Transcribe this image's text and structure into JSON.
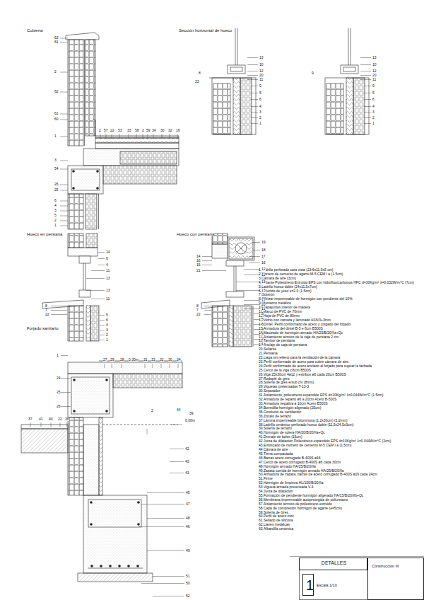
{
  "diagram": {
    "nodes": [
      {
        "text": [
          "DETALLES"
        ]
      },
      {
        "text": [
          "1"
        ]
      },
      {
        "text": [
          "Construcción III"
        ]
      }
    ],
    "labels": [
      "Cubierta",
      "Sección horizontal de hueco",
      "Hueco en persiana",
      "Hueco con persiana",
      "Forjado sanitario",
      "63",
      "61",
      "2",
      "62",
      "61",
      "60",
      "1",
      "3",
      "54",
      "26",
      "25",
      "6",
      "4",
      "3",
      "5",
      "2",
      "1",
      "2",
      "57",
      "22",
      "53",
      "33",
      "58",
      "2",
      "59",
      "34",
      "30",
      "32",
      "16",
      "13",
      "10",
      "12",
      "20",
      "11",
      "9",
      "5",
      "6",
      "4",
      "3",
      "2",
      "1",
      "8",
      "23",
      "9",
      "13",
      "10",
      "12",
      "20",
      "11",
      "9",
      "5",
      "6",
      "4",
      "3",
      "2",
      "1",
      "14",
      "6",
      "4",
      "11",
      "13",
      "8",
      "7",
      "22",
      "13",
      "11",
      "5",
      "6",
      "4",
      "3",
      "2",
      "1",
      "19",
      "18",
      "17",
      "16",
      "12",
      "11",
      "13",
      "14",
      "16",
      "15",
      "21",
      "13",
      "12",
      "20",
      "11",
      "9",
      "5",
      "6",
      "4",
      "3",
      "2",
      "1",
      "8",
      "7",
      "22",
      "27",
      "29",
      "28",
      "0.30m",
      "31",
      "33",
      "32",
      "30",
      "34",
      "1",
      "24",
      "25",
      "26",
      "2",
      "44",
      "39",
      "0.00m",
      "37",
      "41",
      "40",
      "22",
      "36",
      "42",
      "43",
      "43",
      "45",
      "47",
      "48",
      "46",
      "49",
      "51",
      "50",
      "52",
      "Escala 1/10",
      "1.Ladrillo perforado cara vista (23.6x11.5x5 cm)",
      "2.Mortero de cemento de agarre M-5 CEM I a (1.5cm)",
      "3.Cámara de aire (3cm)",
      "4.Aislante Poliestireno Extruido EPS con hidrofluorcarbonos HFC d=30Kg/m³ λ=0.032W/m°C (7cm)",
      "5.Ladrillo hueco doble (24x11.5x7cm)",
      "6.Enlucido de yeso e=2.0 (1.5cm)",
      "7.Goterón",
      "8.Alféizar impermeable de hormigón con pendiente del 10%",
      "9.Premarco metálico",
      "10.Tapajuntas interior de madera",
      "11.Marco de PVC de 70mm",
      "12.Hoja de PVC de 80mm",
      "13.Vidrio con cámara y laminado 4/16/3+3mm",
      "14.Dintel. Perfil conformado de acero y colgado del forjado.",
      "15.Armadura del dintel B-5 e 6cm B500S",
      "16.Macizado de hormigón armado HA/25/B/20/IIa+Qc",
      "17.Aislamiento térmico de la caja de persiana 2 cm",
      "18.Tambor de persiana",
      "19.Anclaje de caja de persiana",
      "20.Sellante",
      "21.Persiana",
      "22.Llaga sin relleno para la ventilación de la cámara",
      "23.Perfil conformado de acero para cubrir cámara de aire.",
      "24.Perfil conformado de acero anclado al forjado para sujetar la fachada",
      "25.Cerco de la viga c/6cm B500S",
      "26.Viga 25x30cm 4ø12 y estribos ø6 cada 20cm B500S",
      "27.Rodapié de gres",
      "28.Solería de gres e/sub cm (8mm)",
      "29.Viguetas pretensadas T-13-3",
      "30.Separador",
      "31.Aislamiento, poliestireno expandido EPS d=10Kg/m³ λ=0.044W/m°C (1.5cm)",
      "32.Armadura de reparto ø6 a 20cm Acero B-500S",
      "33.Armadura negativa a 10cm Acero B500S",
      "34.Bovedilla hormigón aligerado (25cm)",
      "35.Conducto de ventilación",
      "36.Zócalo de terrazo",
      "37.Lámina impermeable bituminosa (1.2x30cm) (1.2mm)",
      "38.Ladrillo cerámico perforado hueco doble (11.5x24.5x3cm)",
      "39.Solería de terrazo",
      "40.Hormigón de solera HA/20/B/20/IIa+Qc",
      "41.Drenaje de bolos (15cm)",
      "42.Junta de dilatación Poliestireno expandido EPS d=10Kg/m³ λ=0.044W/m°C (2cm)",
      "43.Enfoscado de mortero de cemento M-5 CEM I a (1.5cm)",
      "44.Cámara de aire",
      "45.Tierra compactada",
      "46.Barras acero corrugado B-400S ø16",
      "47.Cerco de acero corrugado B-400S ø6 cada 30cm",
      "48.Hormigón armado HA/25/B/20/IIa",
      "49.Zapata corrida de hormigón armado HA/25/B/20/IIa",
      "50.Armadura de zapata, barras de acero corrugado B-400S ø16 cada 24cm",
      "51.Firme",
      "52.Hormigón de limpieza HL/150/B/20/IIa",
      "53.Vigueta armada pretensada V-4",
      "54.Junta de dilatación",
      "55.Formación de pendiente hormigón aligerado HA/15/B/20/IIb+Qc",
      "56.Membrana impermeable autoprotegida de poliuretano",
      "57.Aislamiento térmico de poliestireno extruido",
      "58.Capa de compresión hormigón de agarre (e=5cm)",
      "59.Solería de Gres",
      "60.Perfil de acero inox",
      "61.Sellado de silicona",
      "62.Llaves metálicas",
      "63.Albardilla cerámica"
    ]
  }
}
